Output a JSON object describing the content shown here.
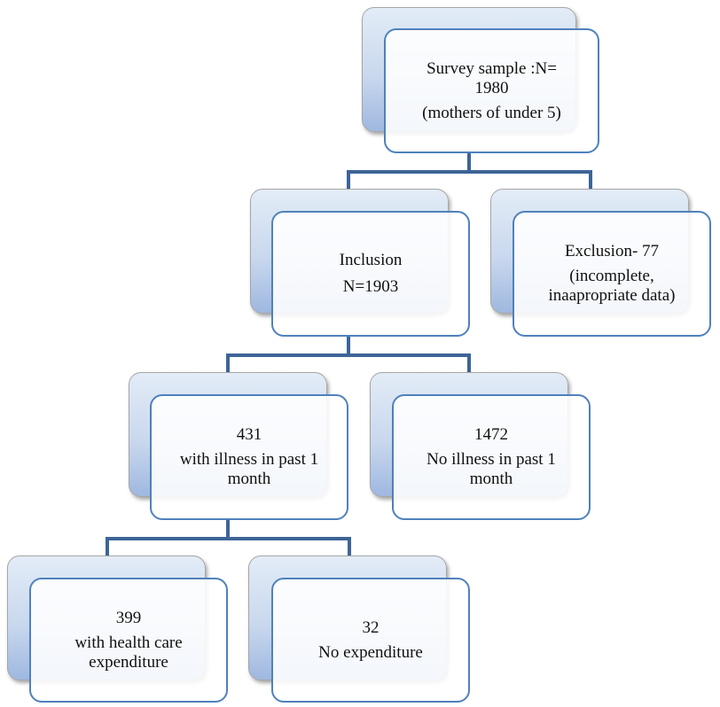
{
  "diagram": {
    "nodes": [
      {
        "id": "survey",
        "lines": [
          "Survey sample :N=",
          "1980",
          "(mothers of under 5)"
        ]
      },
      {
        "id": "inclusion",
        "lines": [
          "Inclusion",
          "N=1903"
        ]
      },
      {
        "id": "exclusion",
        "lines": [
          "Exclusion- 77",
          "(incomplete,",
          "inaapropriate data)"
        ]
      },
      {
        "id": "illness",
        "lines": [
          "431",
          "with illness in past 1",
          "month"
        ]
      },
      {
        "id": "no-illness",
        "lines": [
          "1472",
          "No illness in past 1",
          "month"
        ]
      },
      {
        "id": "expenditure",
        "lines": [
          "399",
          "with health care",
          "expenditure"
        ]
      },
      {
        "id": "no-expenditure",
        "lines": [
          "32",
          "No expenditure"
        ]
      }
    ],
    "edges": [
      [
        "survey",
        "inclusion"
      ],
      [
        "survey",
        "exclusion"
      ],
      [
        "inclusion",
        "illness"
      ],
      [
        "inclusion",
        "no-illness"
      ],
      [
        "illness",
        "expenditure"
      ],
      [
        "illness",
        "no-expenditure"
      ]
    ],
    "colors": {
      "border": "#4f81bd",
      "connector": "#3e6497",
      "back_gradient_top": "#e3ecf7",
      "back_gradient_bottom": "#9fb8e0"
    }
  }
}
